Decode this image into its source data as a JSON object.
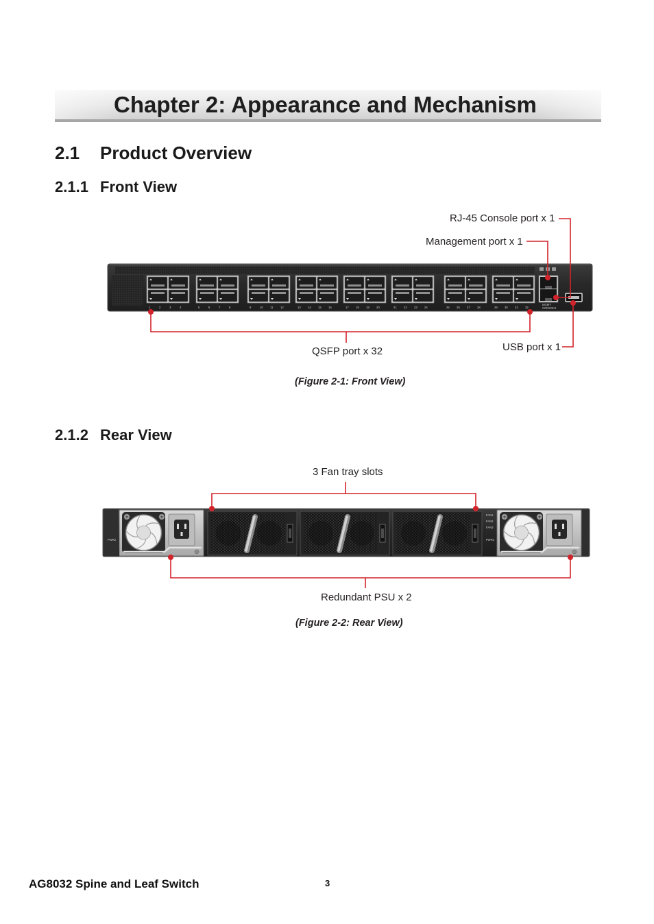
{
  "chapter": {
    "title": "Chapter 2: Appearance and Mechanism"
  },
  "sections": {
    "overview": {
      "number": "2.1",
      "title": "Product Overview"
    },
    "front_view": {
      "number": "2.1.1",
      "title": "Front View"
    },
    "rear_view": {
      "number": "2.1.2",
      "title": "Rear View"
    }
  },
  "front_figure": {
    "callouts": {
      "console_port": "RJ-45 Console port x 1",
      "management_port": "Management port x 1",
      "qsfp_ports": "QSFP port x 32",
      "usb_port": "USB port x 1"
    },
    "panel_labels": {
      "mgmt": "MGMT",
      "console": "CONSOLE"
    },
    "port_numbers": [
      "1",
      "2",
      "3",
      "4",
      "5",
      "6",
      "7",
      "8",
      "9",
      "10",
      "11",
      "12",
      "13",
      "14",
      "15",
      "16",
      "17",
      "18",
      "19",
      "20",
      "21",
      "22",
      "23",
      "24",
      "25",
      "26",
      "27",
      "28",
      "29",
      "30",
      "31",
      "32"
    ],
    "caption": "(Figure 2-1: Front View)"
  },
  "rear_figure": {
    "callouts": {
      "fan_trays": "3 Fan tray slots",
      "psus": "Redundant PSU x 2"
    },
    "panel_labels": {
      "pwr2": "PWR2",
      "fan1": "FAN1",
      "fan2": "FAN2",
      "fan3": "FAN3",
      "pwr1": "PWR1"
    },
    "caption": "(Figure 2-2: Rear View)"
  },
  "footer": {
    "product_name": "AG8032 Spine and Leaf Switch",
    "page_number": "3"
  },
  "colors": {
    "callout": "#d2232a"
  }
}
